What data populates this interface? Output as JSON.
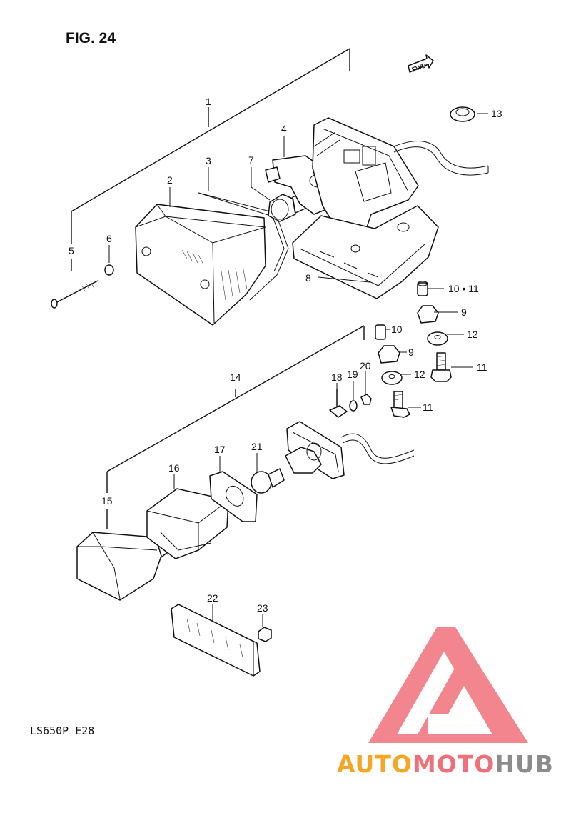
{
  "figure": {
    "title": "FIG. 24",
    "model_code": "LS650P  E28",
    "forward_badge": "FWD"
  },
  "callouts": [
    {
      "id": "c1",
      "label": "1"
    },
    {
      "id": "c2",
      "label": "2"
    },
    {
      "id": "c3",
      "label": "3"
    },
    {
      "id": "c4",
      "label": "4"
    },
    {
      "id": "c5",
      "label": "5"
    },
    {
      "id": "c6",
      "label": "6"
    },
    {
      "id": "c7",
      "label": "7"
    },
    {
      "id": "c8",
      "label": "8"
    },
    {
      "id": "c9a",
      "label": "9"
    },
    {
      "id": "c9b",
      "label": "9"
    },
    {
      "id": "c10",
      "label": "10"
    },
    {
      "id": "c1011",
      "label": "10 • 11"
    },
    {
      "id": "c11a",
      "label": "11"
    },
    {
      "id": "c11b",
      "label": "11"
    },
    {
      "id": "c12a",
      "label": "12"
    },
    {
      "id": "c12b",
      "label": "12"
    },
    {
      "id": "c13",
      "label": "13"
    },
    {
      "id": "c14",
      "label": "14"
    },
    {
      "id": "c15",
      "label": "15"
    },
    {
      "id": "c16",
      "label": "16"
    },
    {
      "id": "c17",
      "label": "17"
    },
    {
      "id": "c18",
      "label": "18"
    },
    {
      "id": "c19",
      "label": "19"
    },
    {
      "id": "c20",
      "label": "20"
    },
    {
      "id": "c21",
      "label": "21"
    },
    {
      "id": "c22",
      "label": "22"
    },
    {
      "id": "c23",
      "label": "23"
    }
  ],
  "watermark": {
    "part1": "AUTO",
    "part2": "MOTO",
    "part3": "HUB",
    "color_orange": "#f6a623",
    "color_pink": "#f0707a",
    "color_gray": "#8c8c8c"
  }
}
